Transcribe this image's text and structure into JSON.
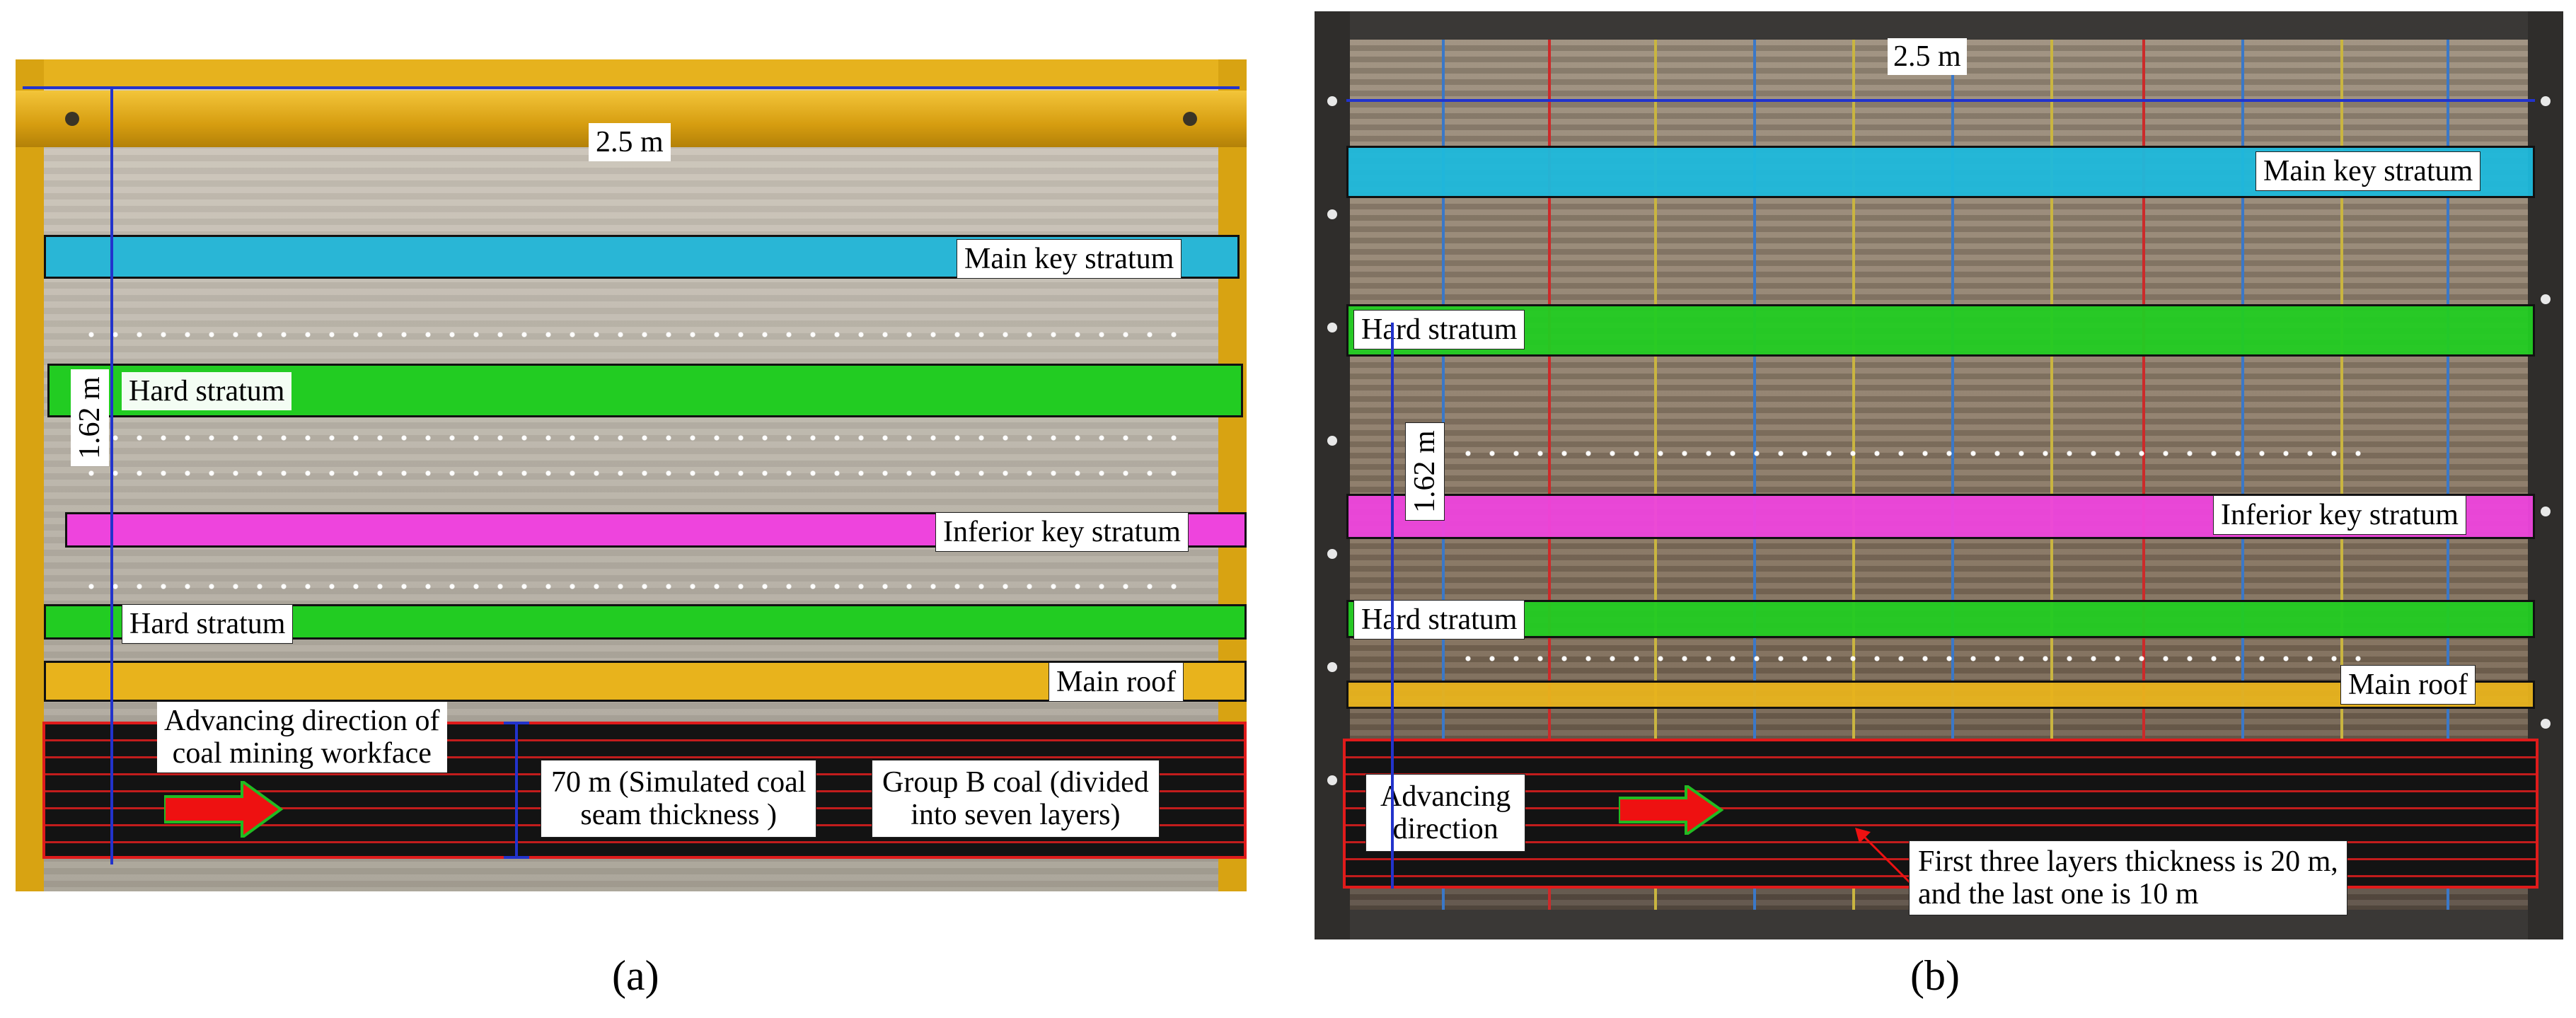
{
  "panel_a": {
    "width_label": "2.5 m",
    "height_label": "1.62 m",
    "layers": {
      "main_key_stratum": "Main key stratum",
      "hard_stratum_upper": "Hard stratum",
      "inferior_key_stratum": "Inferior key stratum",
      "hard_stratum_lower": "Hard stratum",
      "main_roof": "Main roof"
    },
    "advance_line1": "Advancing direction of",
    "advance_line2": "coal mining workface",
    "thickness_line1": "70 m (Simulated coal",
    "thickness_line2": "seam thickness )",
    "coal_line1": "Group B coal (divided",
    "coal_line2": "into seven layers)",
    "caption": "(a)"
  },
  "panel_b": {
    "width_label": "2.5 m",
    "height_label": "1.62 m",
    "layers": {
      "main_key_stratum": "Main key stratum",
      "hard_stratum_upper": "Hard stratum",
      "inferior_key_stratum": "Inferior key stratum",
      "hard_stratum_lower": "Hard stratum",
      "main_roof": "Main roof"
    },
    "advance_line1": "Advancing",
    "advance_line2": "direction",
    "note_line1": "First three layers thickness is 20 m,",
    "note_line2": "and the last one is 10 m",
    "caption": "(b)"
  },
  "colors": {
    "main_key_stratum": "#29b6d6",
    "hard_stratum": "#22cc22",
    "inferior_key_stratum": "#ee44dd",
    "main_roof": "#e8b31c",
    "coal_outline": "#e01b1b",
    "dimension_line": "#2233cc",
    "arrow": "#ee1111"
  }
}
